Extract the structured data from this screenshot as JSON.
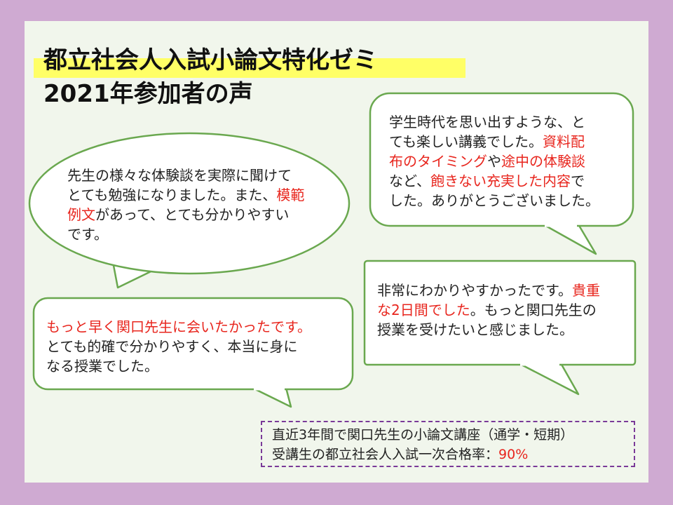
{
  "title": {
    "line1": "都立社会人入試小論文特化ゼミ",
    "line2": "2021年参加者の声"
  },
  "bubble1": {
    "a": "先生の様々な体験談を実際に聞けて",
    "b": "とても勉強になりました。また、",
    "c": "模範",
    "d": "例文",
    "e": "があって、とても分かりやすい",
    "f": "です。"
  },
  "bubble2": {
    "a": "もっと早く関口先生に会いたかったです。",
    "b": "とても的確で分かりやすく、本当に身に",
    "c": "なる授業でした。"
  },
  "bubble3": {
    "a": "学生時代を思い出すような、と",
    "b": "ても楽しい講義でした。",
    "c": "資料配",
    "d": "布のタイミング",
    "e": "や",
    "f": "途中の体験談",
    "g": "など、",
    "h": "飽きない充実した内容",
    "i": "で",
    "j": "した。ありがとうございました。"
  },
  "bubble4": {
    "a": "非常にわかりやすかったです。",
    "b": "貴重",
    "c": "な2日間でした",
    "d": "。もっと関口先生の",
    "e": "授業を受けたいと感じました。"
  },
  "stat": {
    "line1": "直近3年間で関口先生の小論文講座（通学・短期）",
    "line2": "受講生の都立社会人入試一次合格率：",
    "rate": "90%"
  },
  "colors": {
    "accent_red": "#e8261e",
    "bubble_border": "#6aa84f",
    "highlight": "#ffff66",
    "dashed_border": "#7a3a98",
    "outer_bg": "#cfaad2",
    "slide_bg": "#f1f6ec"
  }
}
